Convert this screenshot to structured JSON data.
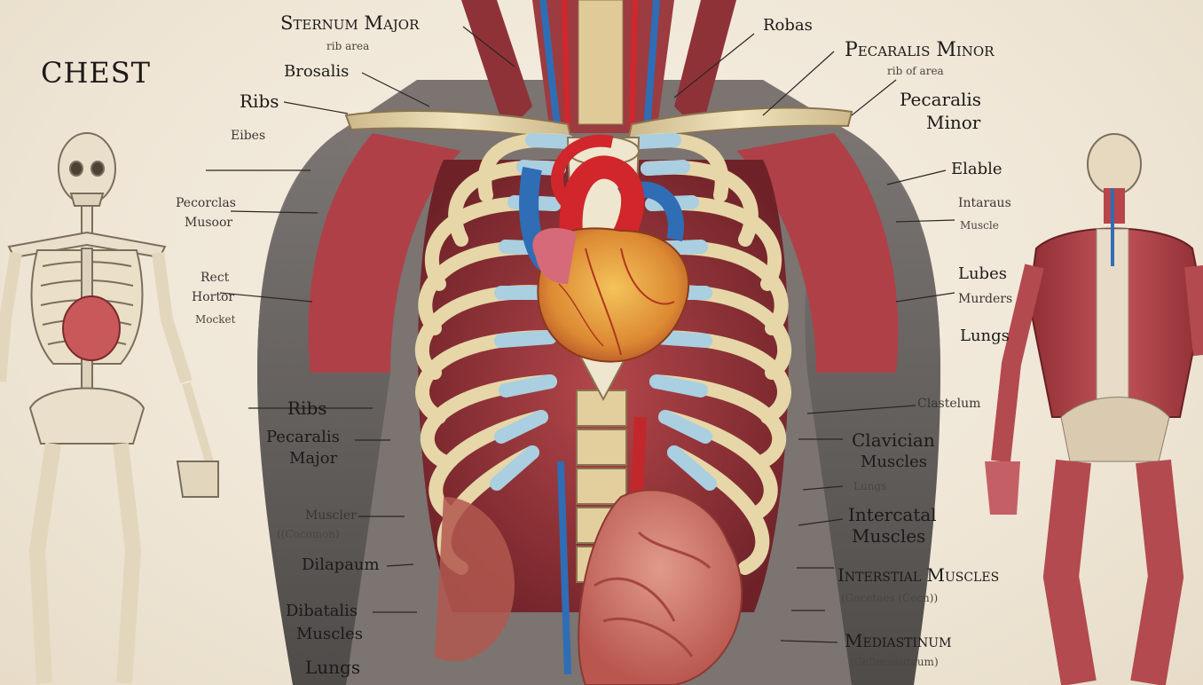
{
  "title": "CHEST",
  "labels": {
    "sternum_major": "Sternum Major",
    "rib_area": "rib area",
    "brosalis": "Brosalis",
    "ribs_top": "Ribs",
    "eibes": "Eibes",
    "pecoralis_musoor_1": "Pecorclas",
    "pecoralis_musoor_2": "Musoor",
    "rect_hortor_1": "Rect",
    "rect_hortor_2": "Hortor",
    "rect_hortor_3": "Mocket",
    "robas": "Robas",
    "pecaralis_minor_top": "Pecaralis Minor",
    "rib_of_area": "rib of area",
    "pecaralis_minor_1": "Pecaralis",
    "pecaralis_minor_2": "Minor",
    "elable": "Elable",
    "intaraus_1": "Intaraus",
    "intaraus_2": "Muscle",
    "lubes": "Lubes",
    "murders": "Murders",
    "lungs_right": "Lungs",
    "ribs_mid": "Ribs",
    "pecaralis_major_1": "Pecaralis",
    "pecaralis_major_2": "Major",
    "muscler_1": "Muscler",
    "muscler_2": "((Cocomon)",
    "dilapaum": "Dilapaum",
    "dibatalis_1": "Dibatalis",
    "dibatalis_2": "Muscles",
    "lungs_left": "Lungs",
    "clastelum": "Clastelum",
    "clavician_1": "Clavician",
    "clavician_2": "Muscles",
    "lungs_small": "Lungs",
    "intercatal_1": "Intercatal",
    "intercatal_2": "Muscles",
    "interstial": "Interstial Muscles",
    "interstial_sub": "(Gocetaes (Cecn))",
    "mediastinum": "Mediastinum",
    "mediastinum_sub": "(Gellecesutaum)"
  },
  "colors": {
    "bone": "#e7d8b0",
    "cartilage": "#a9cfe0",
    "muscle": "#b8454a",
    "artery": "#d1262b",
    "vein": "#2f6db5",
    "heart": "#e39a3a",
    "ink": "#1c1a18",
    "paper": "#f1e9dc"
  }
}
